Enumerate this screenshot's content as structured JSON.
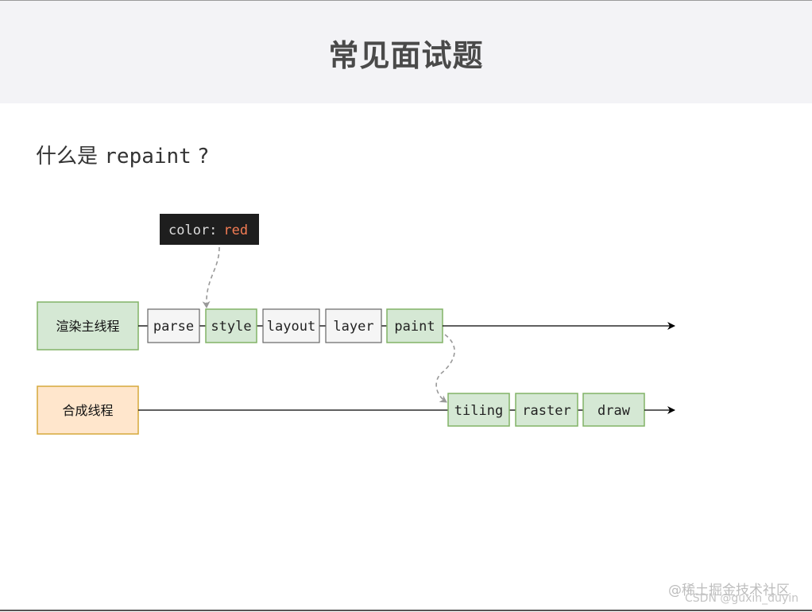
{
  "title": "常见面试题",
  "question": {
    "prefix": "什么是 ",
    "code": "repaint",
    "suffix": " ?"
  },
  "tooltip": {
    "key": "color:",
    "value": "red",
    "value_color": "#f47c54",
    "bg": "#1e1e1e"
  },
  "main_thread": {
    "label": "渲染主线程",
    "stages": [
      "parse",
      "style",
      "layout",
      "layer",
      "paint"
    ]
  },
  "compositor_thread": {
    "label": "合成线程",
    "stages": [
      "tiling",
      "raster",
      "draw"
    ]
  },
  "colors": {
    "active_fill": "#d5e8d4",
    "active_stroke": "#82b366",
    "idle_fill": "#f5f5f5",
    "idle_stroke": "#666666",
    "compositor_fill": "#ffe6cc",
    "compositor_stroke": "#d6a93b"
  },
  "watermark": {
    "line1": "@稀土掘金技术社区",
    "line2": "CSDN @guxin_duyin"
  }
}
